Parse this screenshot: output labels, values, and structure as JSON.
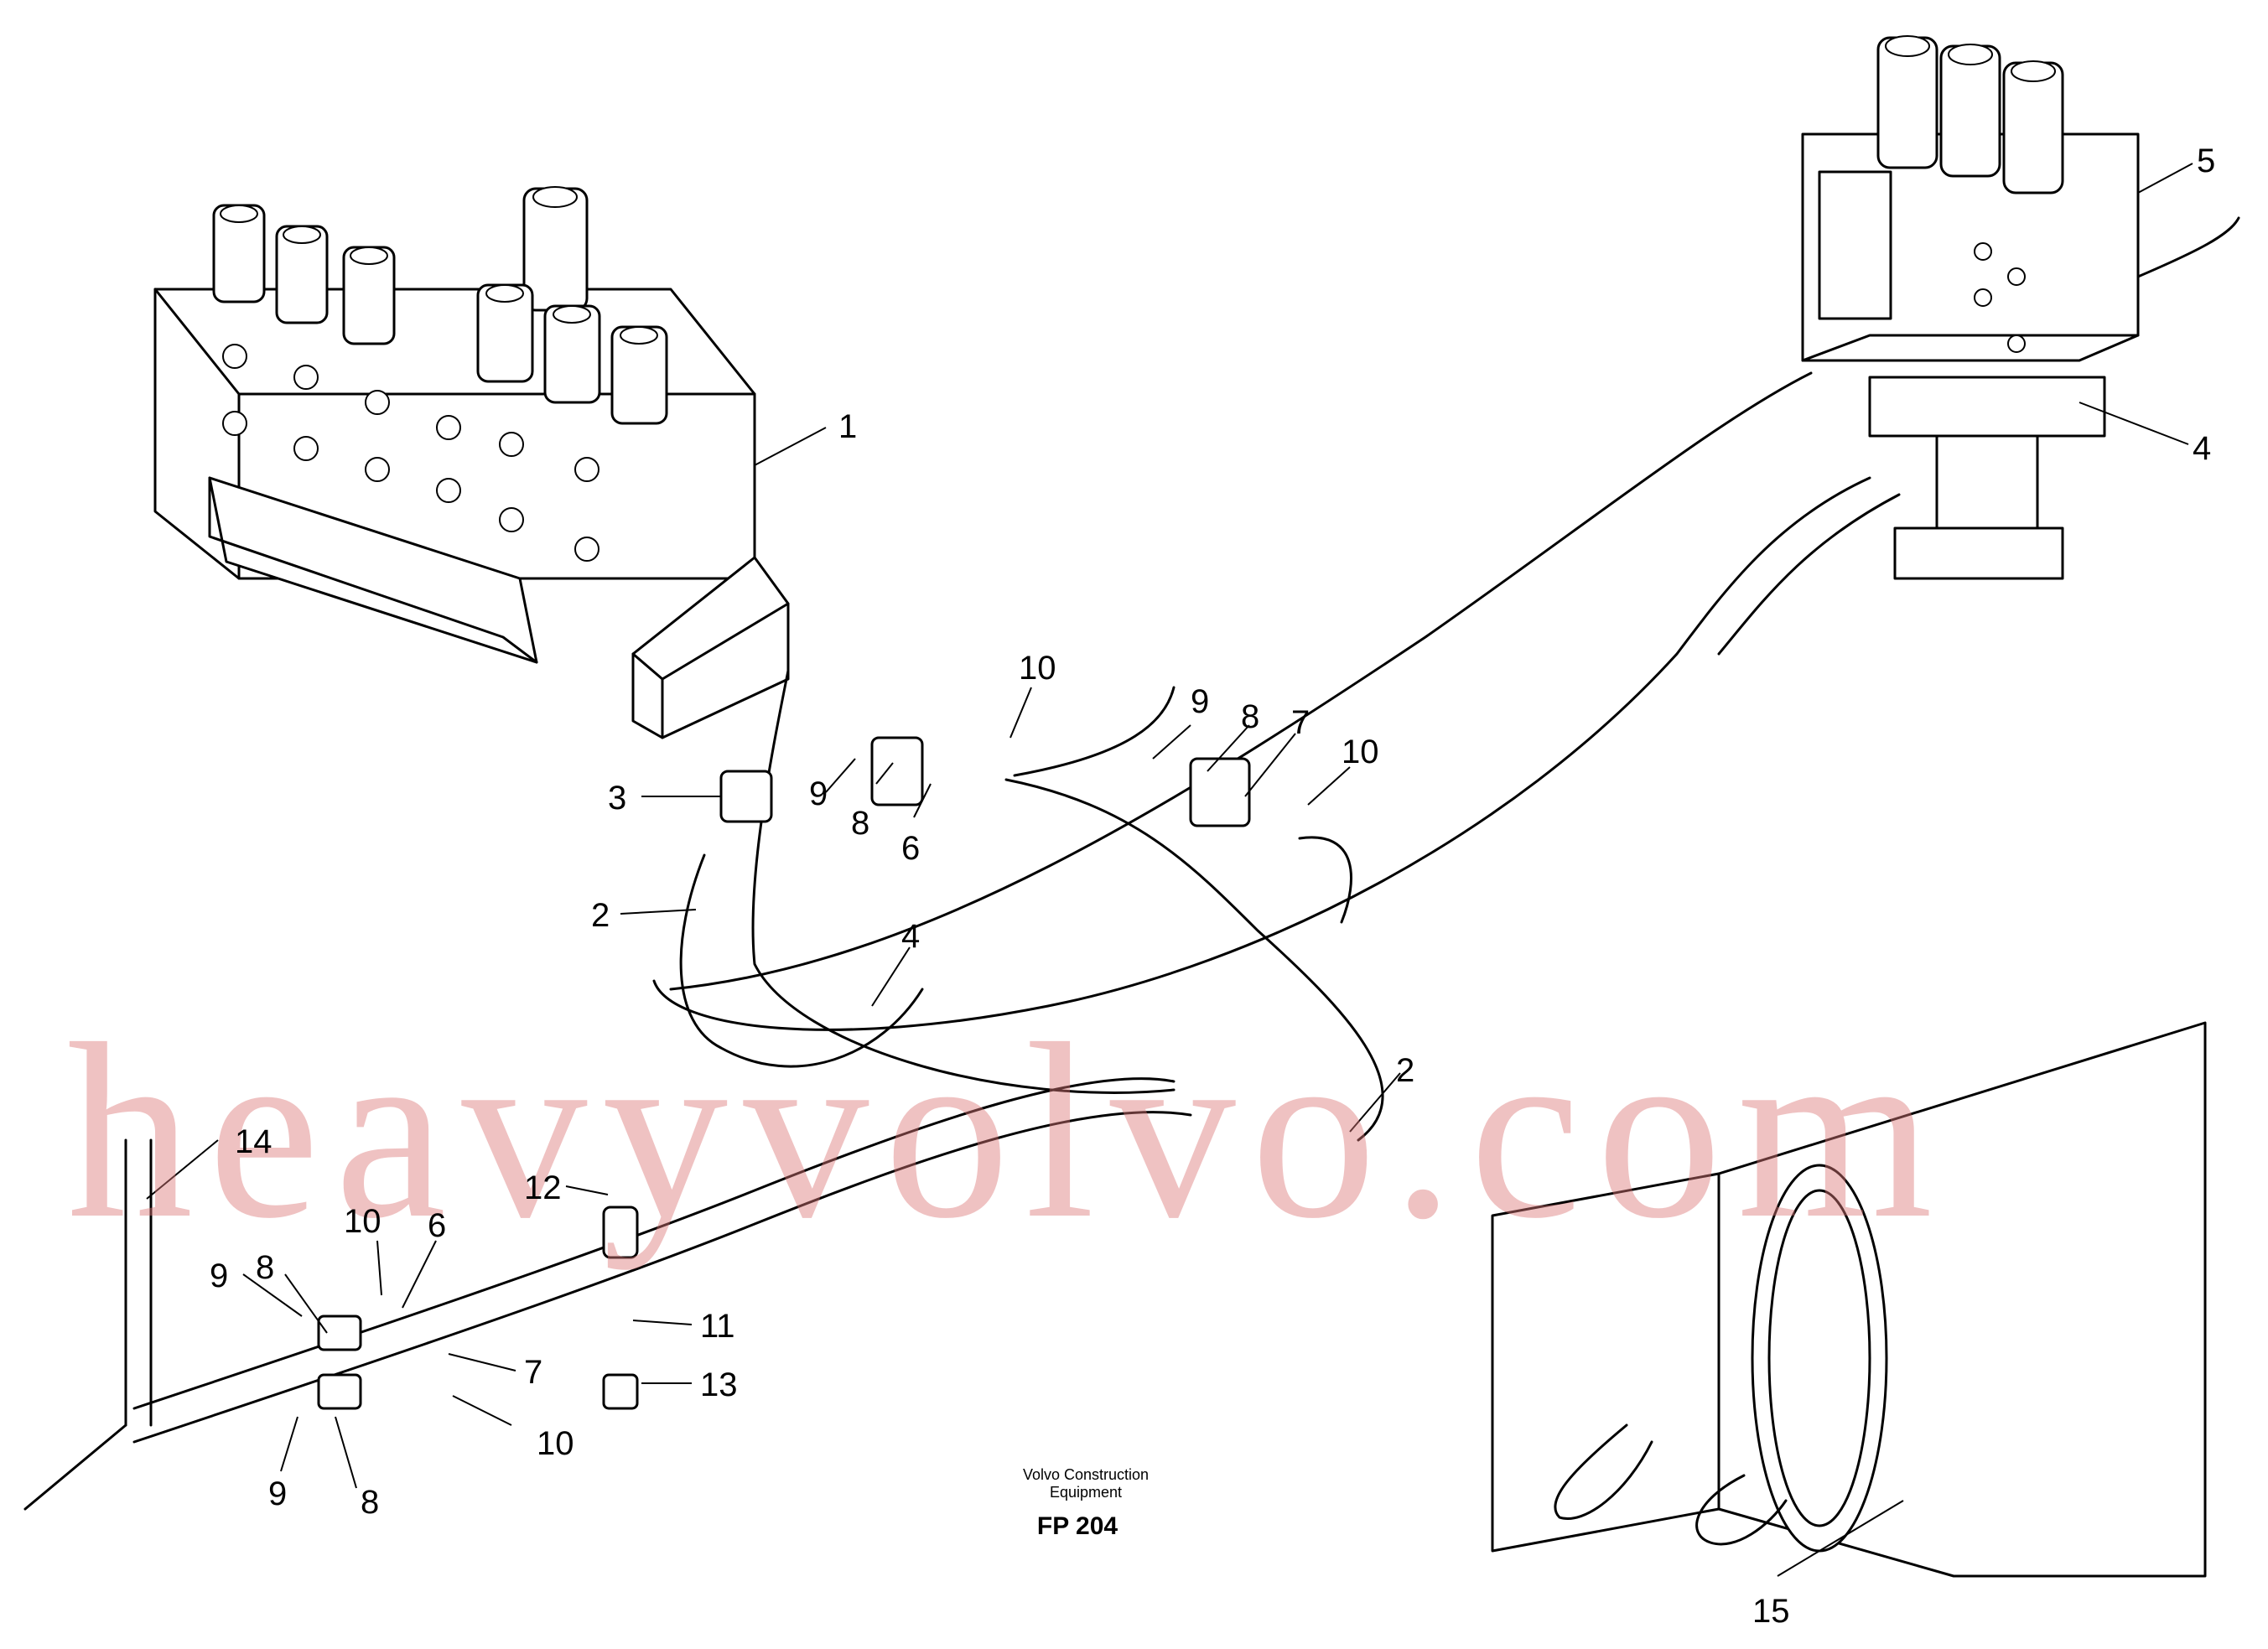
{
  "watermark": "heavyvolvo.com",
  "footer": {
    "line1": "Volvo Construction",
    "line2": "Equipment",
    "code": "FP 204"
  },
  "callouts": {
    "c1": "1",
    "c5": "5",
    "c4a": "4",
    "c10a": "10",
    "c9a": "9",
    "c8a": "8",
    "c7a": "7",
    "c10b": "10",
    "c3": "3",
    "c9b": "9",
    "c8b": "8",
    "c6a": "6",
    "c2a": "2",
    "c4b": "4",
    "c2b": "2",
    "c14": "14",
    "c12": "12",
    "c10c": "10",
    "c6b": "6",
    "c9c": "9",
    "c8c": "8",
    "c11": "11",
    "c7b": "7",
    "c13": "13",
    "c10d": "10",
    "c9d": "9",
    "c8d": "8",
    "c15": "15"
  },
  "colors": {
    "line": "#000000",
    "watermark": "#dc7878",
    "background": "#ffffff"
  }
}
